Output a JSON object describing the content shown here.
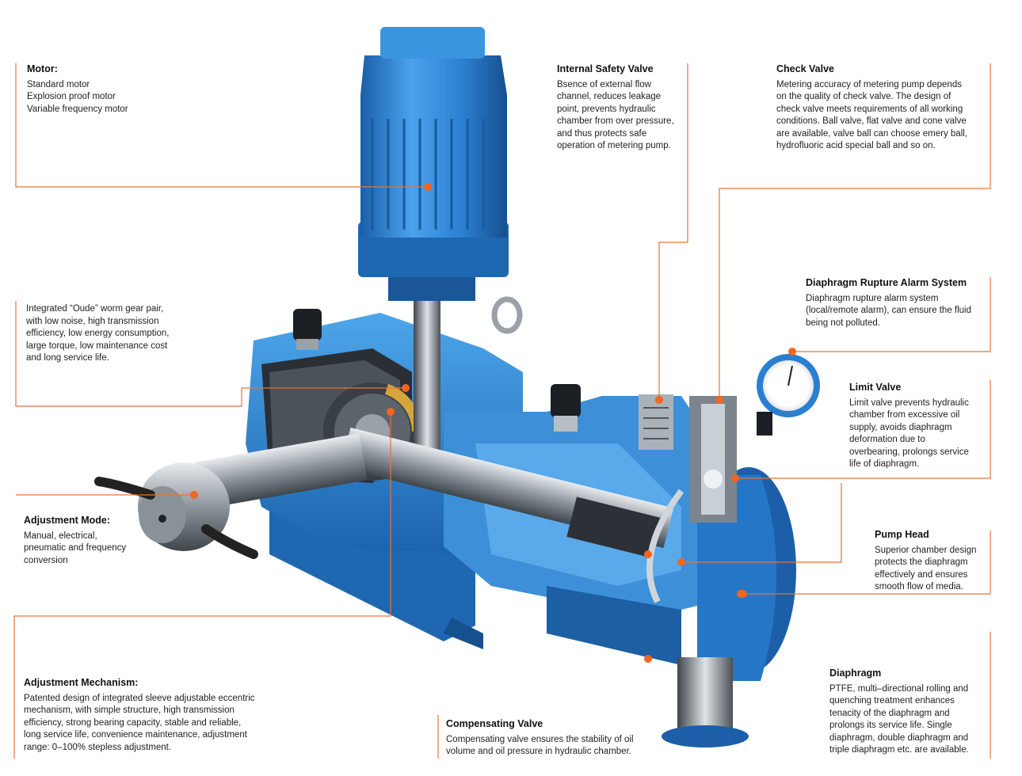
{
  "colors": {
    "accent": "#e8733a",
    "body_blue": "#2e86d6",
    "dark_blue": "#1560a8",
    "steel": "#9aa4ad"
  },
  "callouts": {
    "motor": {
      "title": "Motor:",
      "lines": [
        "Standard motor",
        "Explosion proof motor",
        "Variable frequency motor"
      ]
    },
    "gear": {
      "title": "",
      "lines": [
        "Integrated “Oude” worm gear pair,",
        "with low noise, high transmission",
        "efficiency, low energy consumption,",
        "large torque, low maintenance cost",
        "and long service life."
      ]
    },
    "adjustment_mode": {
      "title": "Adjustment Mode:",
      "lines": [
        "Manual, electrical,",
        "pneumatic and frequency",
        "conversion"
      ]
    },
    "adjustment_mechanism": {
      "title": "Adjustment Mechanism:",
      "lines": [
        "Patented design of integrated sleeve adjustable eccentric",
        "mechanism, with simple structure, high transmission",
        "efficiency, strong bearing capacity, stable and reliable,",
        "long service life, convenience maintenance, adjustment",
        "range: 0–100% stepless adjustment."
      ]
    },
    "internal_safety_valve": {
      "title": "Internal Safety Valve",
      "lines": [
        "Bsence of external flow",
        "channel, reduces leakage",
        "point, prevents hydraulic",
        "chamber from over pressure,",
        "and thus protects safe",
        "operation of metering pump."
      ]
    },
    "check_valve": {
      "title": "Check Valve",
      "lines": [
        "Metering accuracy of metering pump depends",
        "on the quality of check valve. The design of",
        "check valve meets requirements of all working",
        "conditions. Ball valve, flat valve and cone valve",
        "are available, valve ball can choose emery ball,",
        "hydrofluoric acid special ball and so on."
      ]
    },
    "diaphragm_rupture": {
      "title": "Diaphragm Rupture Alarm System",
      "lines": [
        "Diaphragm rupture alarm system",
        "(local/remote alarm), can ensure the fluid",
        "being not polluted."
      ]
    },
    "limit_valve": {
      "title": "Limit Valve",
      "lines": [
        "Limit valve prevents hydraulic",
        "chamber from excessive oil",
        "supply, avoids diaphragm",
        "deformation due to",
        "overbearing, prolongs service",
        "life of diaphragm."
      ]
    },
    "pump_head": {
      "title": "Pump Head",
      "lines": [
        "Superior chamber design",
        "protects the diaphragm",
        "effectively and ensures",
        "smooth flow of media."
      ]
    },
    "diaphragm": {
      "title": "Diaphragm",
      "lines": [
        "PTFE, multi–directional rolling and",
        "quenching treatment enhances",
        "tenacity of the diaphragm and",
        "prolongs its service life. Single",
        "diaphragm, double diaphragm and",
        "triple diaphragm etc. are available."
      ]
    },
    "compensating_valve": {
      "title": "Compensating Valve",
      "lines": [
        "Compensating valve ensures the stability of oil",
        "volume and oil pressure in hydraulic chamber."
      ]
    }
  }
}
